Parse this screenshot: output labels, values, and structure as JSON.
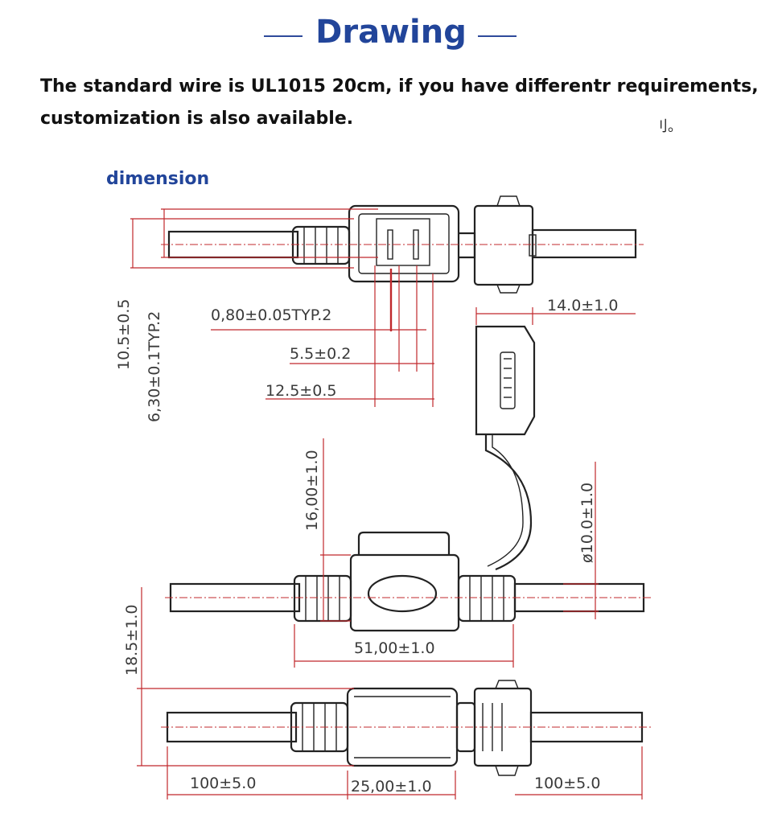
{
  "header": {
    "title": "Drawing"
  },
  "intro": {
    "line1": "The standard wire is UL1015 20cm, if you have differentr requirements,",
    "line2": "customization is also available.",
    "mark": "刂。"
  },
  "diagram": {
    "section_label": "dimension",
    "dimensions": {
      "height_body": "10.5±0.5",
      "pin_spacing": "6,30±0.1TYP.2",
      "pin_thickness": "0,80±0.05TYP.2",
      "pin_width": "5.5±0.2",
      "pin_length": "12.5±0.5",
      "cap_width": "14.0±1.0",
      "cap_height": "16,00±1.0",
      "wire_diameter": "ø10.0±1.0",
      "holder_length": "51,00±1.0",
      "overall_height": "18.5±1.0",
      "wire_left": "100±5.0",
      "holder_body": "25,00±1.0",
      "wire_right": "100±5.0"
    }
  }
}
